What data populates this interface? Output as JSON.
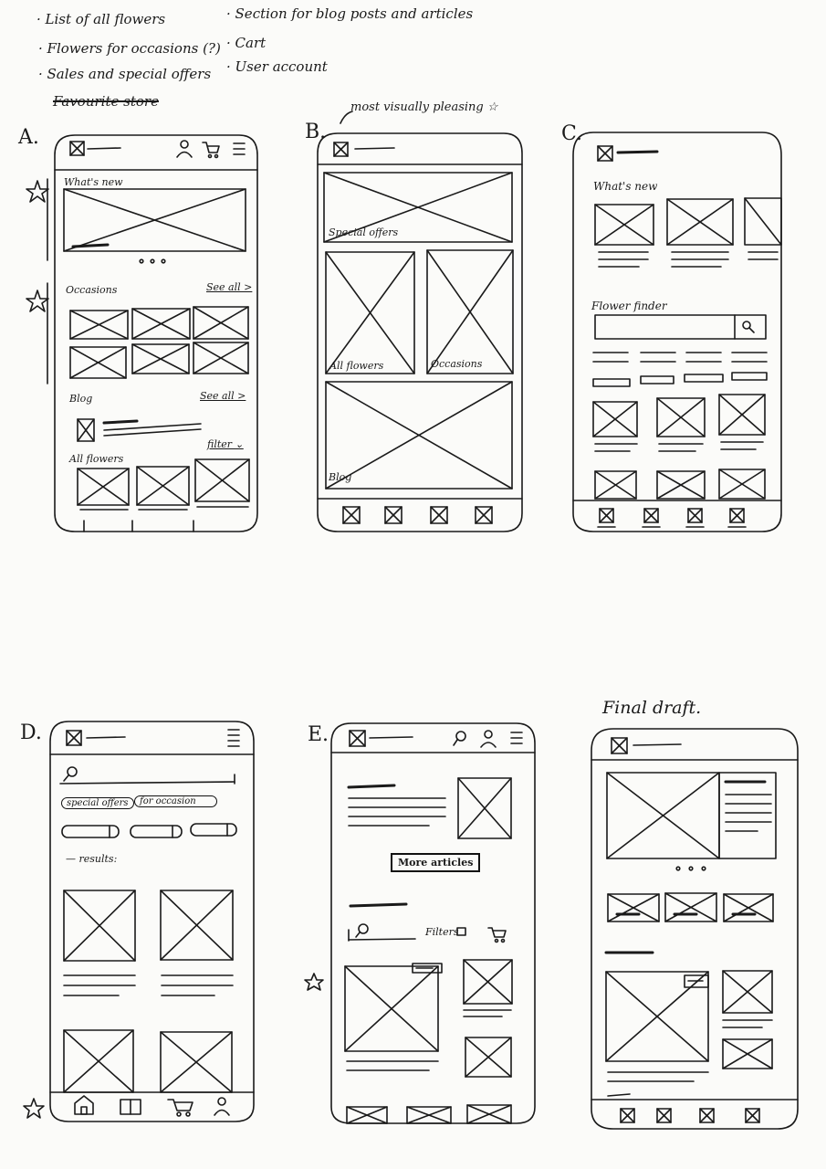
{
  "notes": {
    "left": [
      "· List of all flowers",
      "· Flowers for occasions (?)",
      "· Sales and special offers",
      "Favourite store"
    ],
    "right": [
      "· Section for blog posts and articles",
      "· Cart",
      "· User account"
    ]
  },
  "wireframes": {
    "a": {
      "letter": "A.",
      "whats_new": "What's new",
      "occasions": "Occasions",
      "see_all_1": "See all >",
      "blog": "Blog",
      "see_all_2": "See all >",
      "all_flowers": "All flowers",
      "filter": "filter ⌄"
    },
    "b": {
      "letter": "B.",
      "annotation": "most visually pleasing ☆",
      "special_offers": "Special offers",
      "all_flowers": "All flowers",
      "occasions": "Occasions",
      "blog": "Blog"
    },
    "c": {
      "letter": "C.",
      "whats_new": "What's new",
      "flower_finder": "Flower finder"
    },
    "d": {
      "letter": "D.",
      "chip_special_offers": "special offers",
      "chip_for_occasion": "for occasion",
      "results": "— results:"
    },
    "e": {
      "letter": "E.",
      "more_articles": "More articles",
      "filters": "Filters"
    },
    "final": {
      "title": "Final draft."
    }
  },
  "icons": {
    "star": "star-icon",
    "logo": "logo-placeholder-icon",
    "user": "user-icon",
    "cart": "cart-icon",
    "menu": "hamburger-menu-icon",
    "search": "search-icon",
    "home": "home-icon",
    "book": "book-icon"
  }
}
